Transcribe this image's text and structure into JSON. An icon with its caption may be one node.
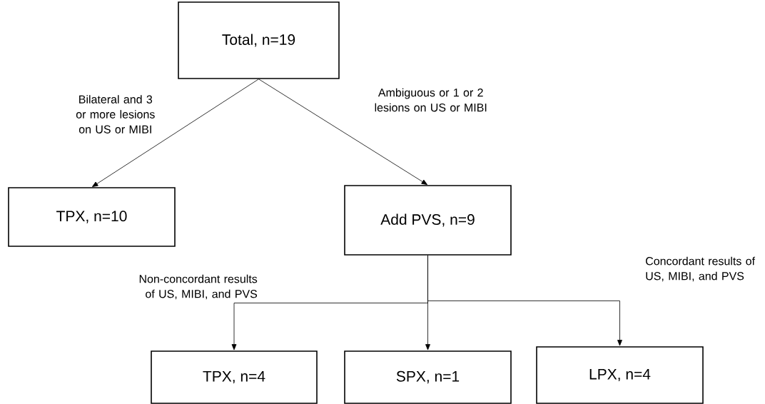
{
  "diagram": {
    "nodes": [
      {
        "text": [
          "Total, n=19"
        ]
      },
      {
        "text": [
          "TPX, n=10"
        ]
      },
      {
        "text": [
          "Add PVS, n=9"
        ]
      },
      {
        "text": [
          "TPX, n=4"
        ]
      },
      {
        "text": [
          "SPX, n=1"
        ]
      },
      {
        "text": [
          "LPX, n=4"
        ]
      }
    ],
    "edges": [
      {
        "from": 0,
        "to": 1,
        "arrow": "to",
        "label": "Bilateral and 3 or more lesions on US or MIBI"
      },
      {
        "from": 0,
        "to": 2,
        "arrow": "to",
        "label": "Ambiguous or 1 or 2 lesions on US or MIBI"
      },
      {
        "from": 2,
        "to": 3,
        "arrow": "to",
        "label": "Non-concordant results of US, MIBI, and PVS"
      },
      {
        "from": 2,
        "to": 4,
        "arrow": "to"
      },
      {
        "from": 2,
        "to": 5,
        "arrow": "to",
        "label": "Concordant results of US, MIBI, and PVS"
      }
    ]
  }
}
